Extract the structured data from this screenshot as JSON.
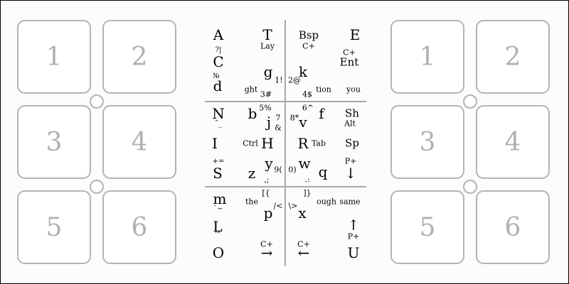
{
  "left_pads": [
    "1",
    "2",
    "3",
    "4",
    "5",
    "6"
  ],
  "right_pads": [
    "1",
    "2",
    "3",
    "4",
    "5",
    "6"
  ],
  "layout": {
    "top_left": {
      "big": [
        "A",
        "T",
        "C",
        "g",
        "d"
      ],
      "small": [
        "Lay",
        "?|",
        "1!",
        "ght",
        "3#"
      ]
    },
    "top_right": {
      "big": [
        "Bsp",
        "E",
        "Ent",
        "k"
      ],
      "small": [
        "C+",
        "C+",
        "2@",
        "4$",
        "tion",
        "you"
      ]
    },
    "middle_left": {
      "big": [
        "N",
        "b",
        "j",
        "I",
        "H",
        "y",
        "S",
        "z"
      ],
      "small": [
        "5%",
        "7",
        "&",
        "Ctrl",
        "+=",
        "9(",
        ",;"
      ]
    },
    "middle_right": {
      "big": [
        "f",
        "v",
        "Sh",
        "R",
        "Sp",
        "w",
        "q",
        "↓"
      ],
      "small": [
        "6^",
        "8*",
        "Alt",
        "Tab",
        "P+",
        "0)",
        ".:"
      ]
    },
    "bottom_left": {
      "big": [
        "m",
        "p",
        "L",
        "O",
        "→"
      ],
      "small": [
        "the",
        "[{",
        "/<",
        "C+"
      ]
    },
    "bottom_right": {
      "big": [
        "x",
        "↑",
        "U",
        "←"
      ],
      "small": [
        "]}",
        "\\>",
        "ough",
        "same",
        "P+",
        "C+"
      ]
    }
  },
  "marks": {
    "numero": "№",
    "tilde_mark": "˜_",
    "backtick_tilde": "`~",
    "quote_mark": "'\""
  }
}
